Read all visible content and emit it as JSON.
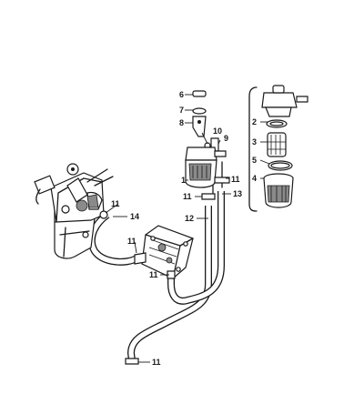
{
  "callouts": {
    "c1": "1",
    "c2": "2",
    "c3": "3",
    "c4": "4",
    "c5": "5",
    "c6": "6",
    "c7": "7",
    "c8": "8",
    "c9": "9",
    "c10": "10",
    "c11a": "11",
    "c11b": "11",
    "c11c": "11",
    "c11d": "11",
    "c11e": "11",
    "c11f": "11",
    "c12": "12",
    "c13": "13",
    "c14": "14"
  }
}
